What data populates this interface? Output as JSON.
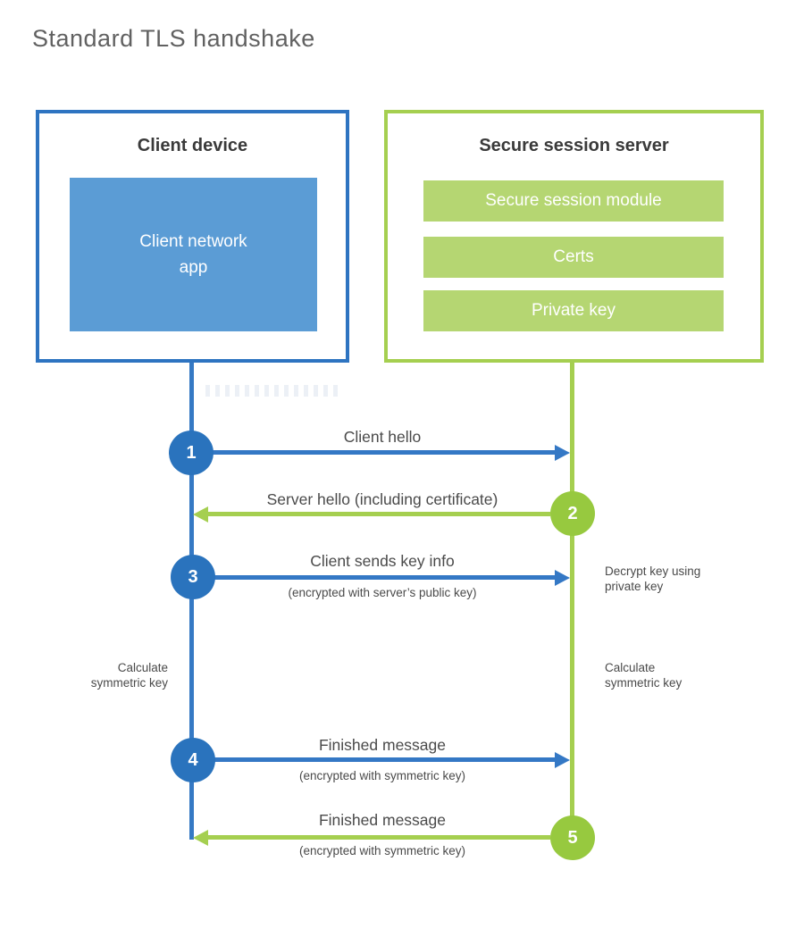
{
  "title": "Standard TLS handshake",
  "client": {
    "title": "Client device",
    "app": {
      "line1": "Client network",
      "line2": "app"
    }
  },
  "server": {
    "title": "Secure session server",
    "module1": "Secure session module",
    "module2": "Certs",
    "module3": "Private key"
  },
  "steps": {
    "s1": {
      "num": "1",
      "label": "Client hello"
    },
    "s2": {
      "num": "2",
      "label": "Server hello (including certificate)"
    },
    "s3": {
      "num": "3",
      "label": "Client sends key info",
      "sub": "(encrypted with server’s public key)"
    },
    "s4": {
      "num": "4",
      "label": "Finished message",
      "sub": "(encrypted with symmetric key)"
    },
    "s5": {
      "num": "5",
      "label": "Finished message",
      "sub": "(encrypted with symmetric key)"
    }
  },
  "annotations": {
    "left_calc": {
      "line1": "Calculate",
      "line2": "symmetric key"
    },
    "right_decrypt": {
      "line1": "Decrypt key using",
      "line2": "private key"
    },
    "right_calc": {
      "line1": "Calculate",
      "line2": "symmetric key"
    }
  },
  "colors": {
    "blue_border": "#2e74c1",
    "blue_fill": "#5b9cd5",
    "blue_line": "#3579c4",
    "blue_circle": "#2a73bd",
    "green_border": "#a5cf50",
    "green_fill": "#b5d672",
    "green_circle": "#97c93f",
    "title_gray": "#616161",
    "heading_gray": "#3a3a3a",
    "label_gray": "#4a4a4a"
  }
}
